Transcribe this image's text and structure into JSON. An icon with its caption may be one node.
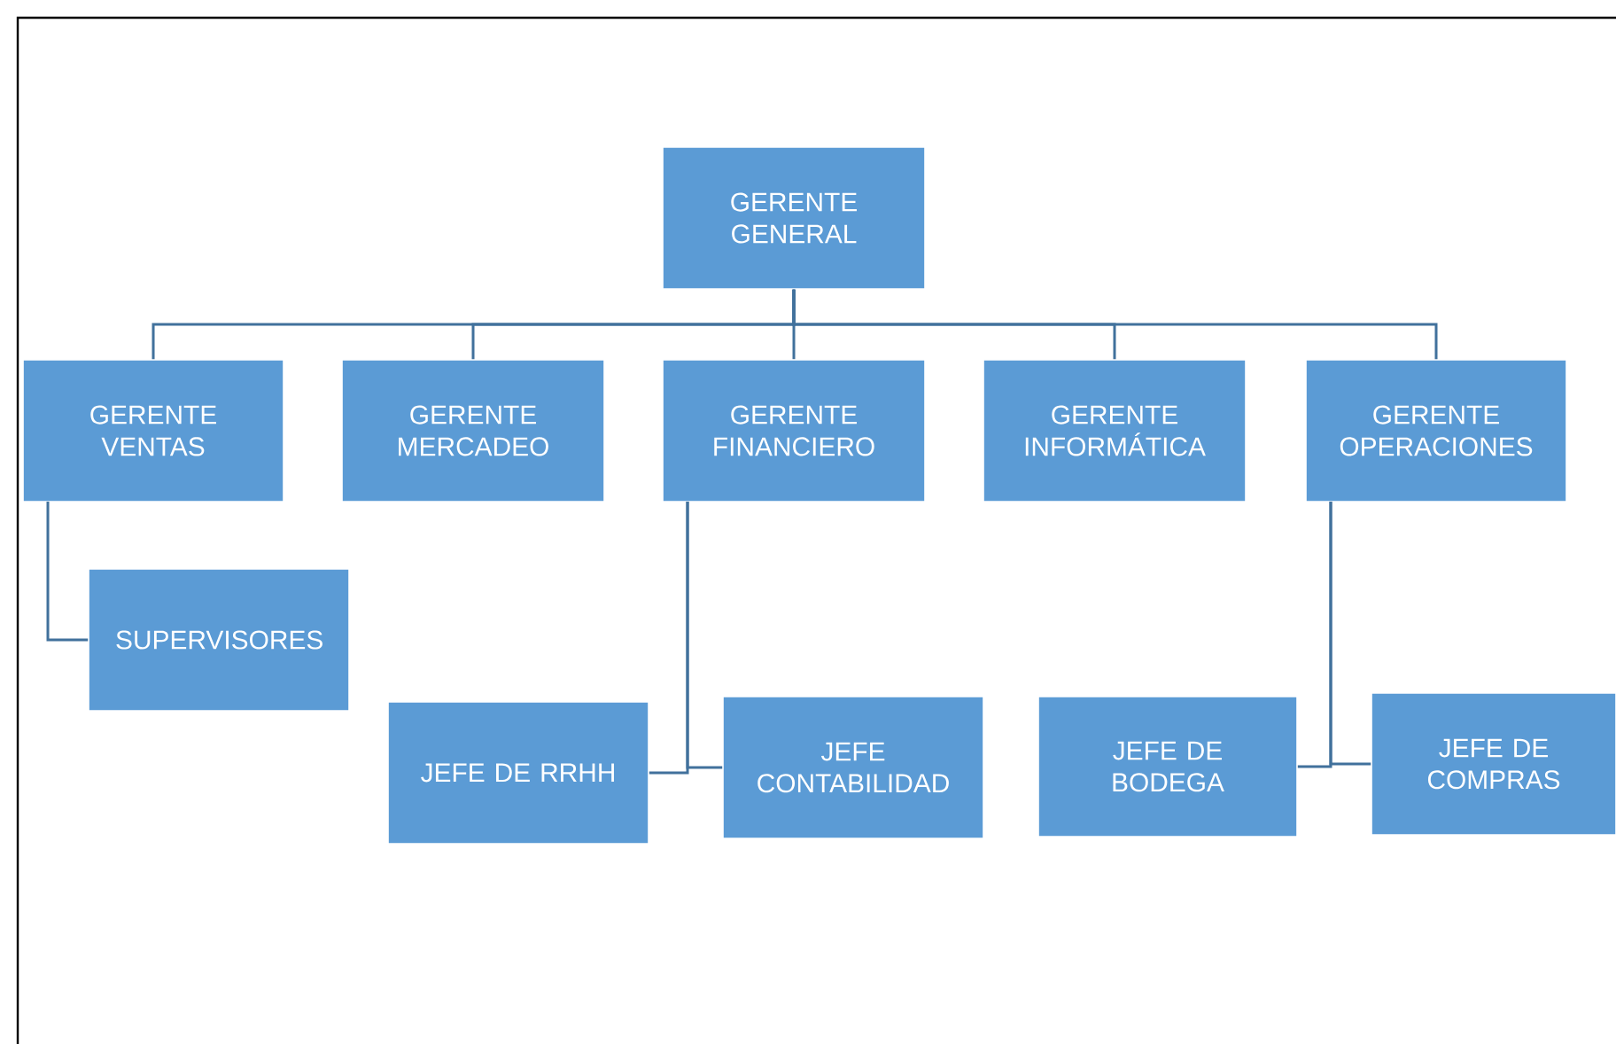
{
  "diagram": {
    "nodes": [
      {
        "text": [
          "GERENTE GENERAL"
        ]
      },
      {
        "text": [
          "GERENTE VENTAS"
        ]
      },
      {
        "text": [
          "GERENTE MERCADEO"
        ]
      },
      {
        "text": [
          "GERENTE FINANCIERO"
        ]
      },
      {
        "text": [
          "GERENTE INFORMÁTICA"
        ]
      },
      {
        "text": [
          "GERENTE OPERACIONES"
        ]
      },
      {
        "text": [
          "SUPERVISORES"
        ]
      },
      {
        "text": [
          "JEFE DE RRHH"
        ]
      },
      {
        "text": [
          "JEFE CONTABILIDAD"
        ]
      },
      {
        "text": [
          "JEFE DE BODEGA"
        ]
      },
      {
        "text": [
          "JEFE DE COMPRAS"
        ]
      }
    ],
    "edges": [
      {
        "from": 0,
        "to": 1,
        "arrow": "none"
      },
      {
        "from": 0,
        "to": 2,
        "arrow": "none"
      },
      {
        "from": 0,
        "to": 3,
        "arrow": "none"
      },
      {
        "from": 0,
        "to": 4,
        "arrow": "none"
      },
      {
        "from": 0,
        "to": 5,
        "arrow": "none"
      },
      {
        "from": 1,
        "to": 6,
        "arrow": "none"
      },
      {
        "from": 3,
        "to": 7,
        "arrow": "none"
      },
      {
        "from": 3,
        "to": 8,
        "arrow": "none"
      },
      {
        "from": 5,
        "to": 9,
        "arrow": "none"
      },
      {
        "from": 5,
        "to": 10,
        "arrow": "none"
      }
    ]
  }
}
